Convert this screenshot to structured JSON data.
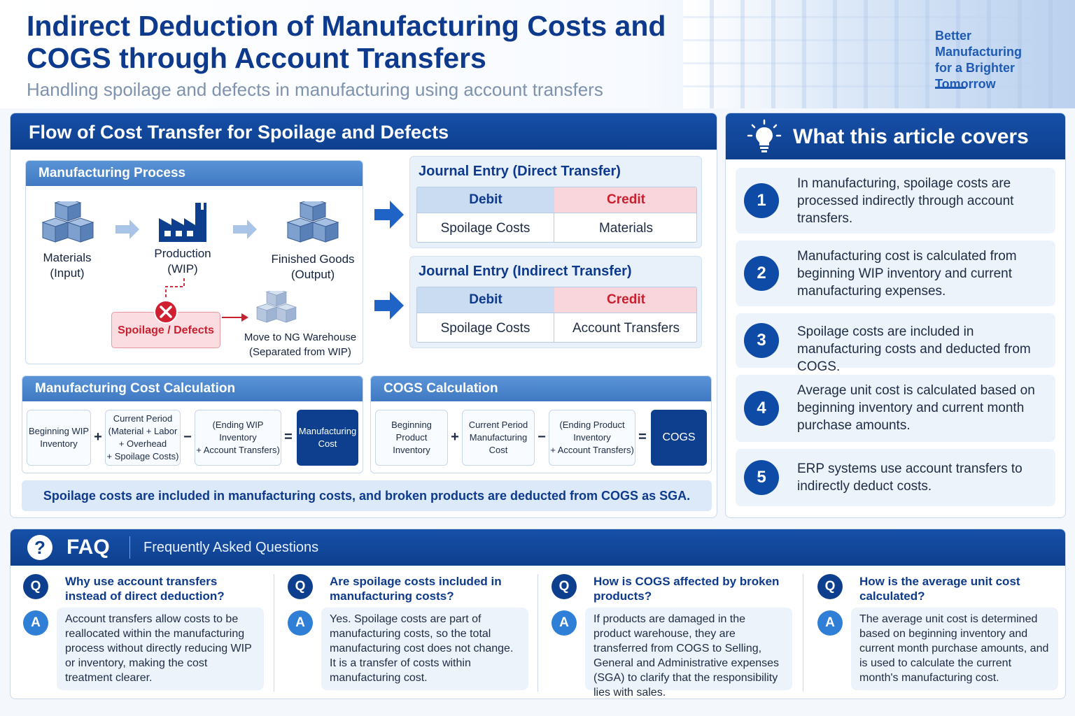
{
  "header": {
    "title": "Indirect Deduction of Manufacturing Costs and COGS through Account Transfers",
    "subtitle": "Handling spoilage and defects in manufacturing using account transfers",
    "tagline": [
      "Better",
      "Manufacturing",
      "for a Brighter Tomorrow"
    ]
  },
  "flow": {
    "title": "Flow of Cost Transfer for Spoilage and Defects",
    "process": {
      "title": "Manufacturing Process",
      "materials": [
        "Materials",
        "(Input)"
      ],
      "production": [
        "Production",
        "(WIP)"
      ],
      "finished": [
        "Finished Goods",
        "(Output)"
      ],
      "spoilage": "Spoilage / Defects",
      "ng_warehouse": [
        "Move to NG Warehouse",
        "(Separated from WIP)"
      ]
    },
    "direct": {
      "title": "Journal Entry (Direct Transfer)",
      "debit_label": "Debit",
      "credit_label": "Credit",
      "debit_value": "Spoilage Costs",
      "credit_value": "Materials"
    },
    "indirect": {
      "title": "Journal Entry (Indirect Transfer)",
      "debit_label": "Debit",
      "credit_label": "Credit",
      "debit_value": "Spoilage Costs",
      "credit_value": "Account Transfers"
    },
    "mfg_calc": {
      "title": "Manufacturing Cost Calculation",
      "items": [
        [
          "Beginning WIP",
          "Inventory"
        ],
        [
          "Current Period",
          "(Material + Labor",
          "+ Overhead",
          "+ Spoilage Costs)"
        ],
        [
          "(Ending WIP",
          "Inventory",
          "+ Account Transfers)"
        ],
        [
          "Manufacturing",
          "Cost"
        ]
      ],
      "ops": [
        "+",
        "−",
        "="
      ]
    },
    "cogs_calc": {
      "title": "COGS Calculation",
      "items": [
        [
          "Beginning Product",
          "Inventory"
        ],
        [
          "Current Period",
          "Manufacturing",
          "Cost"
        ],
        [
          "(Ending Product",
          "Inventory",
          "+ Account Transfers)"
        ],
        [
          "COGS"
        ]
      ],
      "ops": [
        "+",
        "−",
        "="
      ]
    },
    "note": "Spoilage costs are included in manufacturing costs, and broken products are deducted from COGS as SGA."
  },
  "covers": {
    "title": "What this article covers",
    "items": [
      {
        "num": "1",
        "text": "In manufacturing, spoilage costs are processed indirectly through account transfers."
      },
      {
        "num": "2",
        "text": "Manufacturing cost is calculated from beginning WIP inventory and current manufacturing expenses."
      },
      {
        "num": "3",
        "text": "Spoilage costs are included in manufacturing costs and deducted from COGS."
      },
      {
        "num": "4",
        "text": "Average unit cost is calculated based on beginning inventory and current month purchase amounts."
      },
      {
        "num": "5",
        "text": "ERP systems use account transfers to indirectly deduct costs."
      }
    ]
  },
  "faq": {
    "icon": "?",
    "title": "FAQ",
    "subtitle": "Frequently Asked Questions",
    "q_badge": "Q",
    "a_badge": "A",
    "items": [
      {
        "q": "Why use account transfers instead of direct deduction?",
        "a": "Account transfers allow costs to be reallocated within the manufacturing process without directly reducing WIP or inventory, making the cost treatment clearer."
      },
      {
        "q": "Are spoilage costs included in manufacturing costs?",
        "a": "Yes. Spoilage costs are part of manufacturing costs, so the total manufacturing cost does not change. It is a transfer of costs within manufacturing cost."
      },
      {
        "q": "How is COGS affected by broken products?",
        "a": "If products are damaged in the product warehouse, they are transferred from COGS to Selling, General and Administrative expenses (SGA) to clarify that the responsibility lies with sales."
      },
      {
        "q": "How is the average unit cost calculated?",
        "a": "The average unit cost is determined based on beginning inventory and current month purchase amounts, and is used to calculate the current month's manufacturing cost."
      }
    ]
  },
  "colors": {
    "primary": "#0e3f8e",
    "accent": "#3f79c2",
    "credit_red": "#c91f2f",
    "light_blue": "#dde9f7"
  },
  "icons": [
    "boxes-icon",
    "factory-icon",
    "finished-boxes-icon",
    "error-x-icon",
    "ng-boxes-icon",
    "lightbulb-icon",
    "question-icon"
  ]
}
